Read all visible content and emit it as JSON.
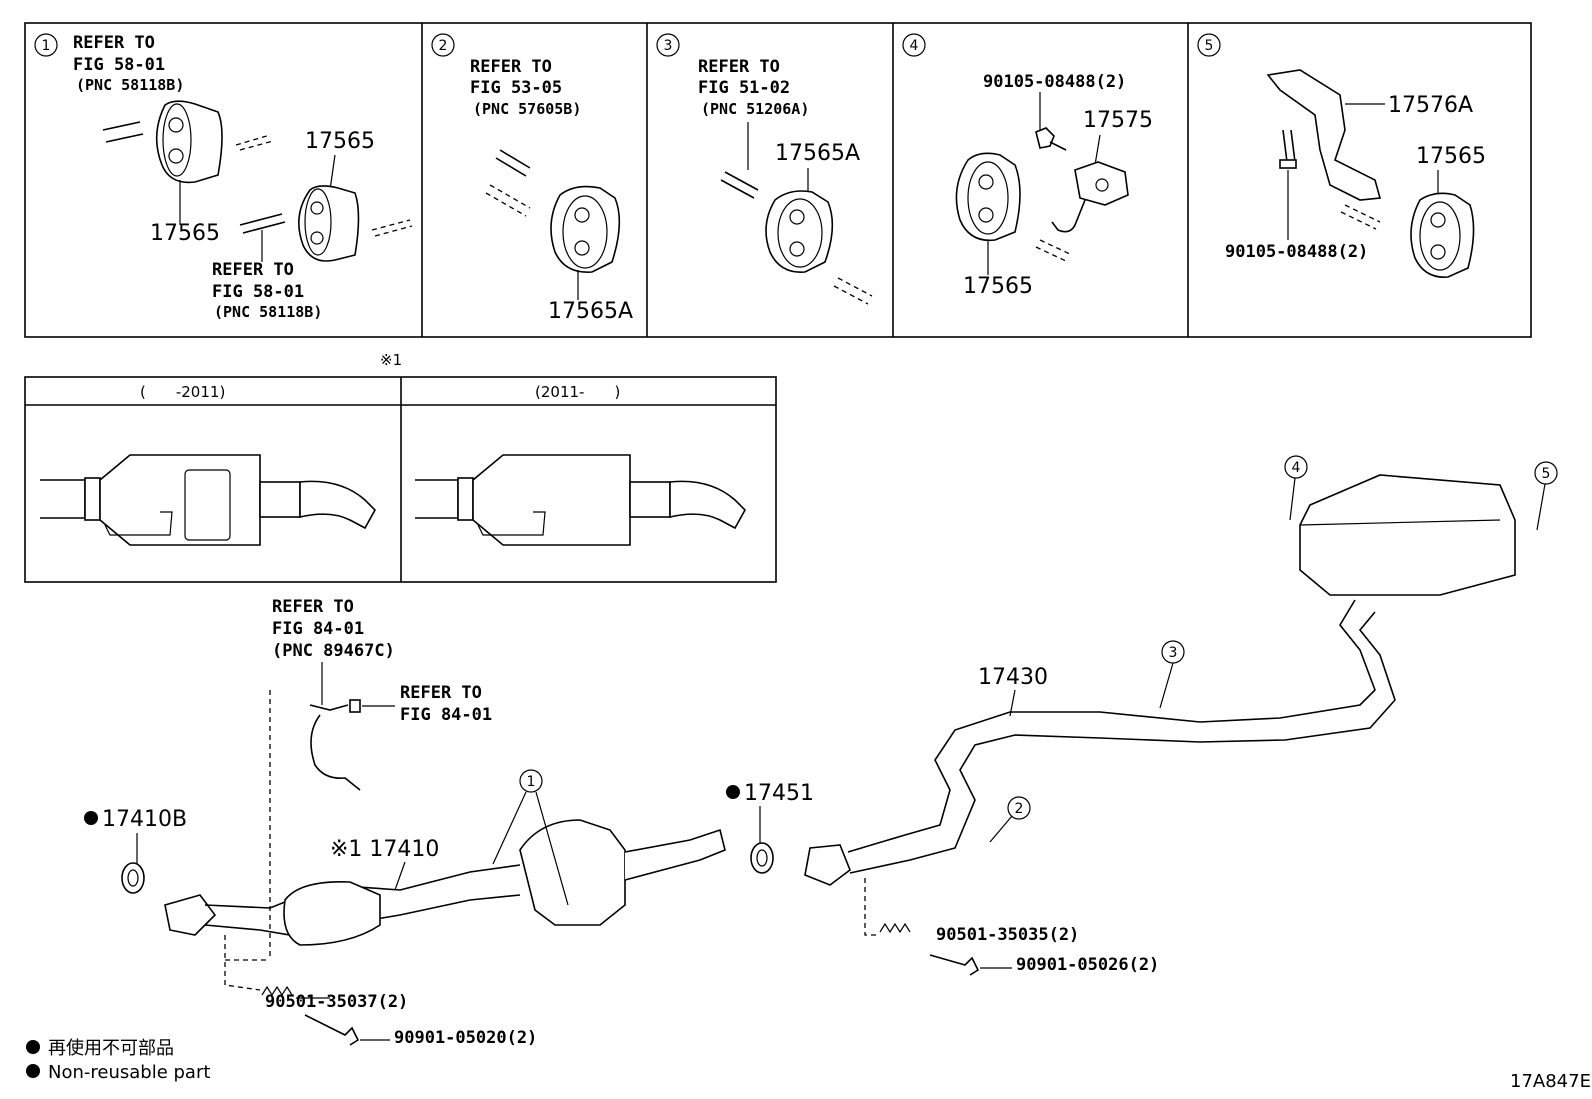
{
  "boxes": [
    {
      "num": "1",
      "refer": "REFER TO",
      "fig": "FIG 58-01",
      "pnc": "(PNC 58118B)",
      "part_a": "17565",
      "part_b": "17565",
      "refer2": "REFER TO",
      "fig2": "FIG 58-01",
      "pnc2": "(PNC 58118B)"
    },
    {
      "num": "2",
      "refer": "REFER TO",
      "fig": "FIG 53-05",
      "pnc": "(PNC 57605B)",
      "part_a": "17565A"
    },
    {
      "num": "3",
      "refer": "REFER TO",
      "fig": "FIG 51-02",
      "pnc": "(PNC 51206A)",
      "part_a": "17565A"
    },
    {
      "num": "4",
      "bolt": "90105-08488(2)",
      "part_a": "17575",
      "part_b": "17565"
    },
    {
      "num": "5",
      "bracket": "17576A",
      "part_a": "17565",
      "bolt": "90105-08488(2)"
    }
  ],
  "variant_note": "※1",
  "variants": [
    {
      "label": "(　　-2011)"
    },
    {
      "label": "(2011-　　)"
    }
  ],
  "main": {
    "sensor_refer": "REFER TO",
    "sensor_fig": "FIG 84-01",
    "sensor_pnc": "(PNC 89467C)",
    "sensor_refer2": "REFER TO",
    "sensor_fig2": "FIG 84-01",
    "p17410b": "17410B",
    "p17410": "※1 17410",
    "p17451": "17451",
    "p17430": "17430",
    "callouts": [
      "1",
      "2",
      "3",
      "4",
      "5"
    ],
    "s1": "90501-35037(2)",
    "b1": "90901-05020(2)",
    "s2": "90501-35035(2)",
    "b2": "90901-05026(2)"
  },
  "legend": {
    "jp": "再使用不可部品",
    "en": "Non-reusable part"
  },
  "figure_code": "17A847E"
}
